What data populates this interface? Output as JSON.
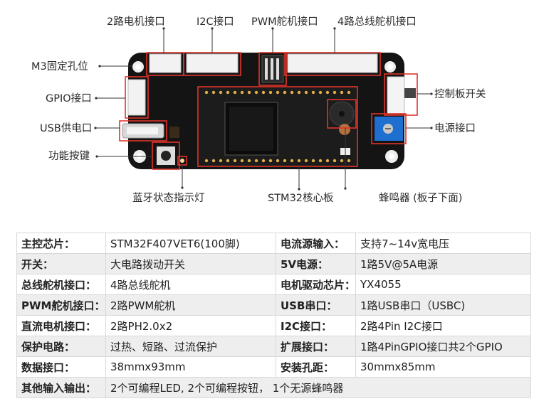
{
  "labels": {
    "motor2": "2路电机接口",
    "i2c": "I2C接口",
    "pwm": "PWM舵机接口",
    "bus4": "4路总线舵机接口",
    "m3": "M3固定孔位",
    "gpio": "GPIO接口",
    "usb_power": "USB供电口",
    "func_key": "功能按键",
    "ctrl_switch": "控制板开关",
    "power_port": "电源接口",
    "bt_led": "蓝牙状态指示灯",
    "core": "STM32核心板",
    "buzzer": "蜂鸣器 (板子下面)"
  },
  "colors": {
    "callout_red": "#e0342b",
    "board_black": "#141414",
    "terminal_blue": "#1e6fd0"
  },
  "specs": [
    {
      "k1": "主控芯片：",
      "v1": "STM32F407VET6(100脚)",
      "k2": "电流源输入：",
      "v2": "支持7~14v宽电压"
    },
    {
      "k1": "开关：",
      "v1": "大电路拨动开关",
      "k2": "5V电源：",
      "v2": "1路5V@5A电源"
    },
    {
      "k1": "总线舵机接口：",
      "v1": "4路总线舵机",
      "k2": "电机驱动芯片：",
      "v2": "YX4055"
    },
    {
      "k1": "PWM舵机接口：",
      "v1": "2路PWM舵机",
      "k2": "USB串口：",
      "v2": "1路USB串口（USBC)"
    },
    {
      "k1": "直流电机接口：",
      "v1": "2路PH2.0x2",
      "k2": "I2C接口：",
      "v2": "2路4Pin I2C接口"
    },
    {
      "k1": "保护电路：",
      "v1": "过热、短路、过流保护",
      "k2": "扩展接口：",
      "v2": "1路4PinGPIO接口共2个GPIO"
    },
    {
      "k1": "数据接口：",
      "v1": "38mmx93mm",
      "k2": "安装孔距：",
      "v2": "30mmx85mm"
    }
  ],
  "other_row": {
    "k": "其他输入输出：",
    "v": "2个可编程LED, 2个可编程按钮， 1个无源蜂鸣器"
  }
}
